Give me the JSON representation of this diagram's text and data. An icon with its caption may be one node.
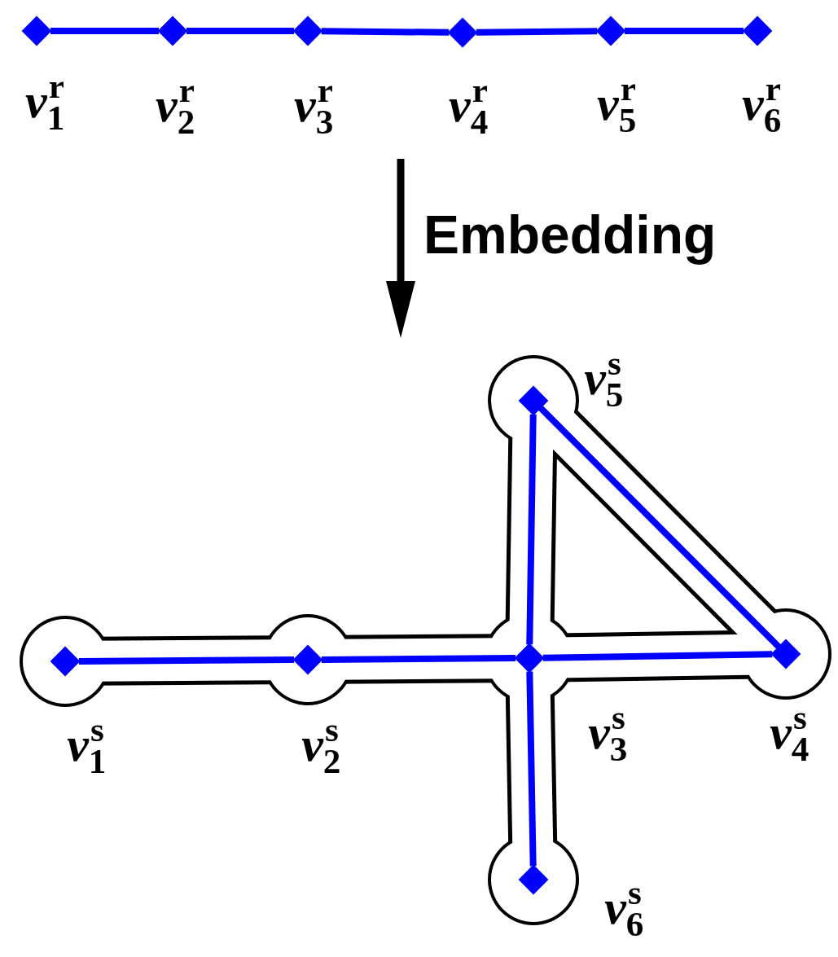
{
  "diagram": {
    "nodes": [
      {
        "text": [],
        "shape": "diamond",
        "beside": [
          "*v*$_{1}$$^{r}$"
        ]
      },
      {
        "text": [],
        "shape": "diamond",
        "beside": [
          "*v*$_{2}$$^{r}$"
        ]
      },
      {
        "text": [],
        "shape": "diamond",
        "beside": [
          "*v*$_{3}$$^{r}$"
        ]
      },
      {
        "text": [],
        "shape": "diamond",
        "beside": [
          "*v*$_{4}$$^{r}$"
        ]
      },
      {
        "text": [],
        "shape": "diamond",
        "beside": [
          "*v*$_{5}$$^{r}$"
        ]
      },
      {
        "text": [],
        "shape": "diamond",
        "beside": [
          "*v*$_{6}$$^{r}$"
        ]
      },
      {
        "text": [],
        "shape": "diamond",
        "beside": [
          "*v*$_{5}$$^{s}$"
        ]
      },
      {
        "text": [],
        "shape": "diamond",
        "beside": [
          "*v*$_{1}$$^{s}$"
        ]
      },
      {
        "text": [],
        "shape": "diamond",
        "beside": [
          "*v*$_{2}$$^{s}$"
        ]
      },
      {
        "text": [],
        "shape": "diamond",
        "beside": [
          "*v*$_{3}$$^{s}$"
        ]
      },
      {
        "text": [],
        "shape": "diamond",
        "beside": [
          "*v*$_{4}$$^{s}$"
        ]
      },
      {
        "text": [],
        "shape": "diamond",
        "beside": [
          "*v*$_{6}$$^{s}$"
        ]
      }
    ],
    "edges": [
      {
        "from": 0,
        "to": 1,
        "arrow": "none"
      },
      {
        "from": 1,
        "to": 2,
        "arrow": "none"
      },
      {
        "from": 2,
        "to": 3,
        "arrow": "none"
      },
      {
        "from": 3,
        "to": 4,
        "arrow": "none"
      },
      {
        "from": 4,
        "to": 5,
        "arrow": "none"
      },
      {
        "from": 7,
        "to": 8,
        "arrow": "none"
      },
      {
        "from": 8,
        "to": 9,
        "arrow": "none"
      },
      {
        "from": 9,
        "to": 6,
        "arrow": "none"
      },
      {
        "from": 6,
        "to": 10,
        "arrow": "none"
      },
      {
        "from": 10,
        "to": 9,
        "arrow": "none"
      },
      {
        "from": 9,
        "to": 11,
        "arrow": "none"
      }
    ],
    "labels": [
      "Embedding"
    ]
  }
}
